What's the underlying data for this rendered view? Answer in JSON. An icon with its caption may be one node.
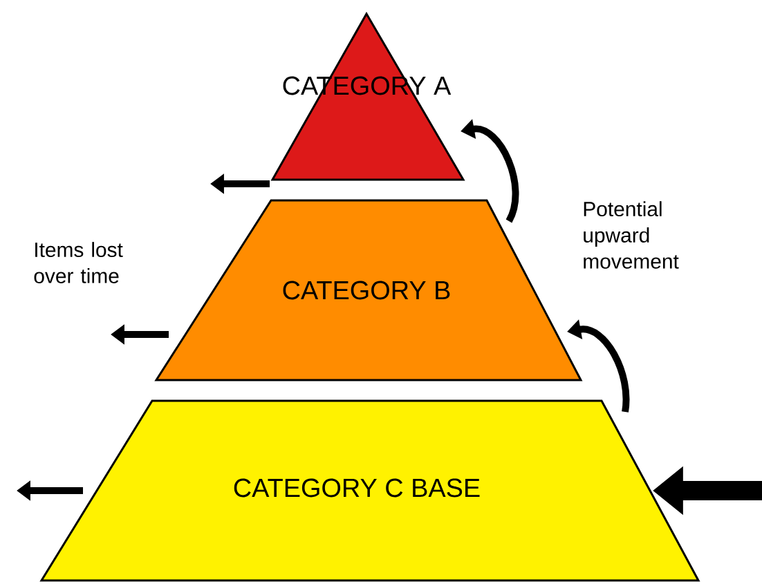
{
  "diagram": {
    "nodes": [
      {
        "text": [
          "CATEGORY A"
        ]
      },
      {
        "text": [
          "CATEGORY B"
        ]
      },
      {
        "text": [
          "CATEGORY C BASE"
        ]
      }
    ],
    "edges": [
      {
        "from": 0,
        "to": null,
        "arrow": "to"
      },
      {
        "from": 1,
        "to": null,
        "arrow": "to"
      },
      {
        "from": 2,
        "to": null,
        "arrow": "to"
      },
      {
        "from": null,
        "to": 2,
        "arrow": "to",
        "style": "thick"
      },
      {
        "from": 1,
        "to": 0,
        "arrow": "to"
      },
      {
        "from": 2,
        "to": 1,
        "arrow": "to"
      }
    ],
    "labels": [
      "Items lost over time",
      "Potential upward movement"
    ]
  }
}
